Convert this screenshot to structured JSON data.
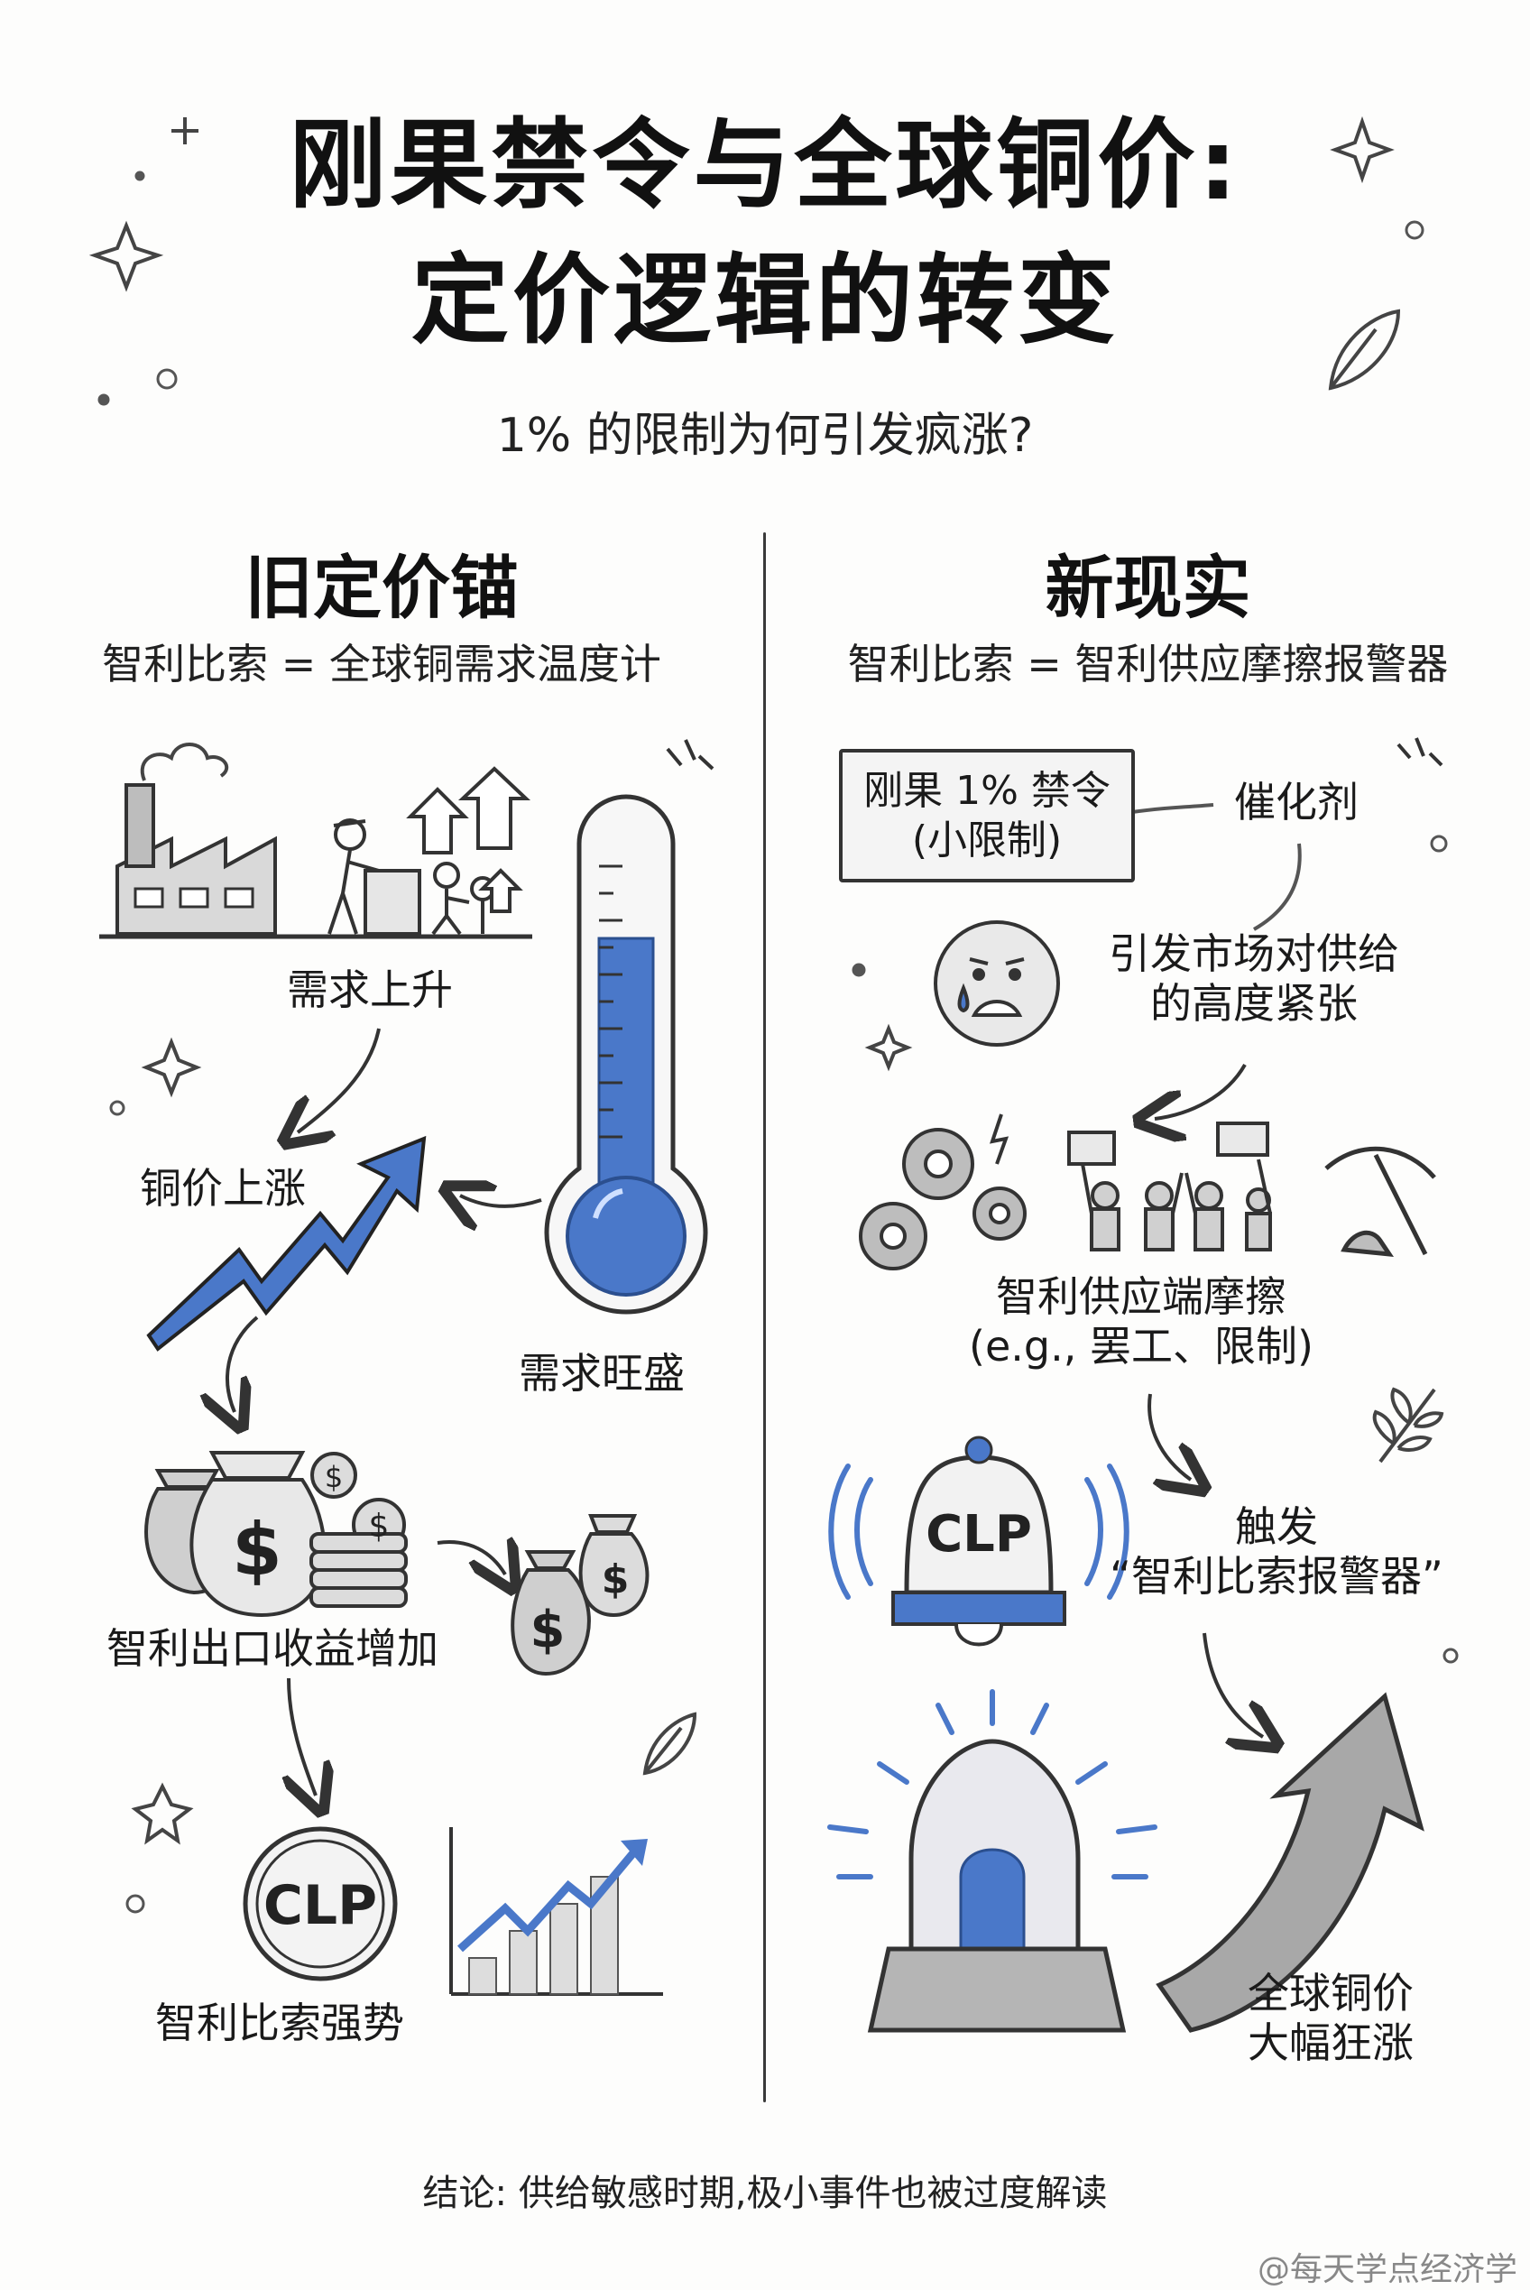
{
  "title": {
    "line1": "刚果禁令与全球铜价:",
    "line2": "定价逻辑的转变"
  },
  "subtitle": "1% 的限制为何引发疯涨?",
  "left": {
    "heading": "旧定价锚",
    "subheading": "智利比索 = 全球铜需求温度计",
    "steps": {
      "demand_rise": "需求上升",
      "copper_up": "铜价上涨",
      "strong_demand": "需求旺盛",
      "export_income": "智利出口收益增加",
      "peso_strong": "智利比索强势"
    },
    "coin_label": "CLP"
  },
  "right": {
    "heading": "新现实",
    "subheading": "智利比索 = 智利供应摩擦报警器",
    "ban_box": {
      "line1": "刚果 1% 禁令",
      "line2": "(小限制)"
    },
    "catalyst": "催化剂",
    "tension": {
      "line1": "引发市场对供给",
      "line2": "的高度紧张"
    },
    "friction": {
      "line1": "智利供应端摩擦",
      "line2": "(e.g., 罢工、限制)"
    },
    "trigger": {
      "line1": "触发",
      "line2": "“智利比索报警器”"
    },
    "bell_label": "CLP",
    "result": {
      "line1": "全球铜价",
      "line2": "大幅狂涨"
    }
  },
  "conclusion": "结论: 供给敏感时期,极小事件也被过度解读",
  "watermark": "@每天学点经济学",
  "colors": {
    "accent_blue": "#4a78c9",
    "ink": "#2b2b2b",
    "gray": "#b9b9b9"
  }
}
